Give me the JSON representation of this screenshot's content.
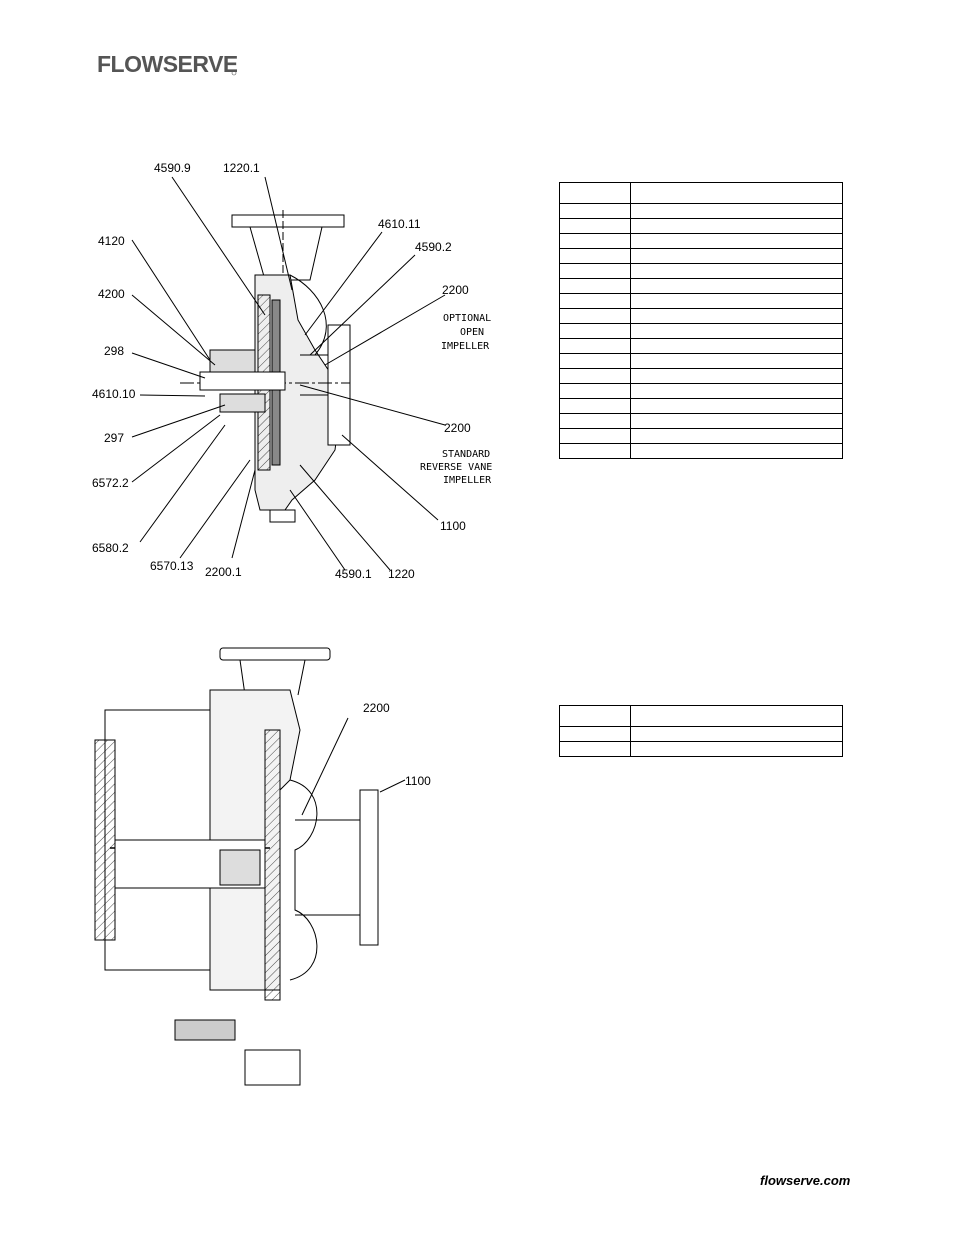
{
  "header": {
    "logo_text": "FLOWSERVE"
  },
  "drawing_top": {
    "labels": {
      "l4590_9": "4590.9",
      "l1220_1": "1220.1",
      "l4610_11": "4610.11",
      "l4590_2": "4590.2",
      "l4120": "4120",
      "l4200": "4200",
      "l2200a": "2200",
      "l298": "298",
      "l4610_10": "4610.10",
      "l297": "297",
      "l2200b": "2200",
      "l6572_2": "6572.2",
      "l1100": "1100",
      "l6580_2": "6580.2",
      "l6570_13": "6570.13",
      "l2200_1": "2200.1",
      "l4590_1": "4590.1",
      "l1220": "1220"
    },
    "optional_impeller": [
      "OPTIONAL",
      "OPEN",
      "IMPELLER"
    ],
    "standard_impeller": [
      "STANDARD",
      "REVERSE VANE",
      "IMPELLER"
    ]
  },
  "drawing_bottom": {
    "labels": {
      "l2200": "2200",
      "l1100": "1100"
    }
  },
  "table_top": {
    "rows": 18
  },
  "table_bottom": {
    "rows": 3
  },
  "footer": {
    "site": "flowserve.com"
  }
}
